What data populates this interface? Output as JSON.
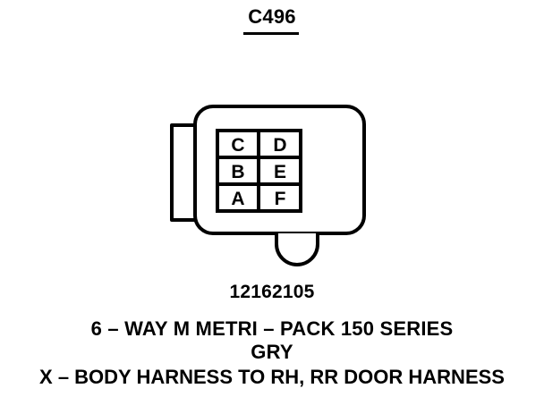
{
  "connector": {
    "id": "C496",
    "part_number": "12162105",
    "description": "6 – WAY M METRI – PACK 150 SERIES",
    "color": "GRY",
    "harness": "X – BODY HARNESS TO RH, RR DOOR HARNESS"
  },
  "cavities": {
    "top_left": "C",
    "top_right": "D",
    "mid_left": "B",
    "mid_right": "E",
    "bot_left": "A",
    "bot_right": "F"
  }
}
